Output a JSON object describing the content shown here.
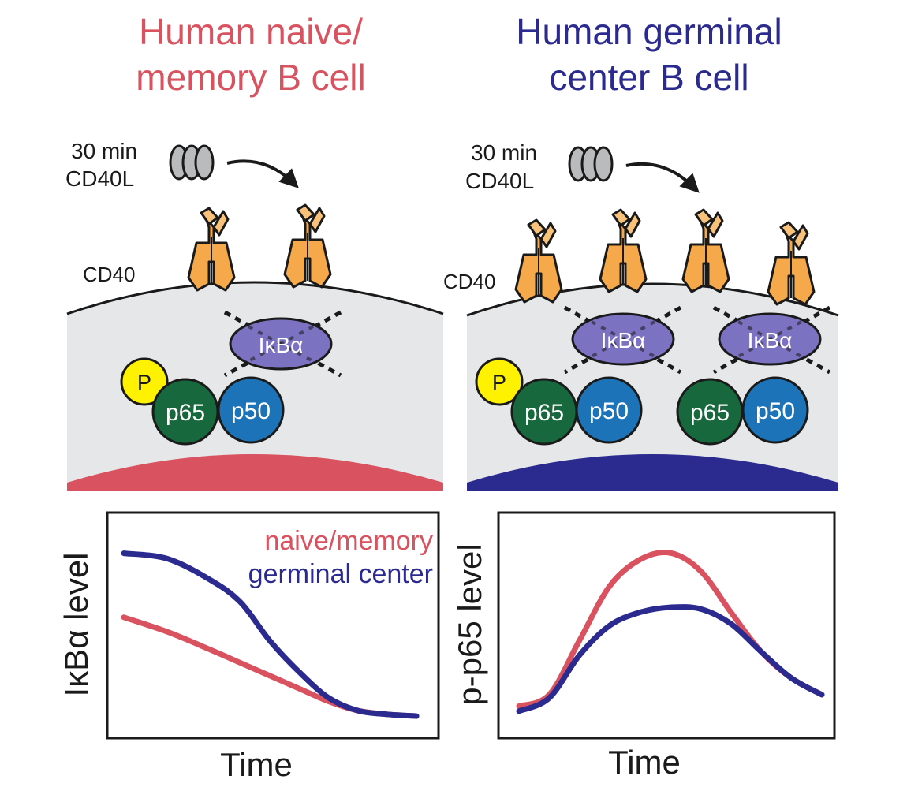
{
  "colors": {
    "naive": "#d9525f",
    "germinal": "#2b2a8e",
    "receptor_fill": "#f5a94a",
    "cytoplasm": "#e6e7e9",
    "ikba": "#7b72c2",
    "p65": "#17683c",
    "p50": "#1c73b8",
    "phospho": "#fff200",
    "ligand": "#b9bbbd"
  },
  "left_panel": {
    "title_line1": "Human naive/",
    "title_line2": "memory B cell",
    "stim_line1": "30 min",
    "stim_line2": "CD40L",
    "receptor_label": "CD40",
    "ikba_label": "IκBα",
    "phospho_label": "P",
    "p65_label": "p65",
    "p50_label": "p50"
  },
  "right_panel": {
    "title_line1": "Human germinal",
    "title_line2": "center B cell",
    "stim_line1": "30 min",
    "stim_line2": "CD40L",
    "receptor_label": "CD40",
    "ikba_label_1": "IκBα",
    "ikba_label_2": "IκBα",
    "phospho_label": "P",
    "p65_label_1": "p65",
    "p50_label_1": "p50",
    "p65_label_2": "p65",
    "p50_label_2": "p50"
  },
  "chart_data": [
    {
      "type": "line",
      "xlabel": "Time",
      "ylabel": "IκBα level",
      "legend": [
        "naive/memory",
        "germinal center"
      ],
      "legend_position": "top-right",
      "x": [
        0,
        0.15,
        0.3,
        0.4,
        0.5,
        0.6,
        0.7,
        0.8,
        0.9,
        1.0
      ],
      "series": [
        {
          "name": "naive/memory",
          "color": "#d9525f",
          "values": [
            0.6,
            0.52,
            0.42,
            0.35,
            0.28,
            0.21,
            0.14,
            0.09,
            0.07,
            0.06
          ]
        },
        {
          "name": "germinal center",
          "color": "#2b2a8e",
          "values": [
            0.95,
            0.92,
            0.8,
            0.68,
            0.47,
            0.3,
            0.16,
            0.09,
            0.07,
            0.06
          ]
        }
      ],
      "grid": false
    },
    {
      "type": "line",
      "xlabel": "Time",
      "ylabel": "p-p65 level",
      "x": [
        0,
        0.1,
        0.2,
        0.3,
        0.4,
        0.5,
        0.6,
        0.7,
        0.8,
        0.9,
        1.0
      ],
      "series": [
        {
          "name": "naive/memory",
          "color": "#d9525f",
          "values": [
            0.05,
            0.12,
            0.45,
            0.78,
            0.94,
            0.98,
            0.87,
            0.62,
            0.38,
            0.22,
            0.12
          ]
        },
        {
          "name": "germinal center",
          "color": "#2b2a8e",
          "values": [
            0.02,
            0.1,
            0.36,
            0.54,
            0.62,
            0.65,
            0.64,
            0.55,
            0.38,
            0.22,
            0.12
          ]
        }
      ],
      "grid": false
    }
  ]
}
